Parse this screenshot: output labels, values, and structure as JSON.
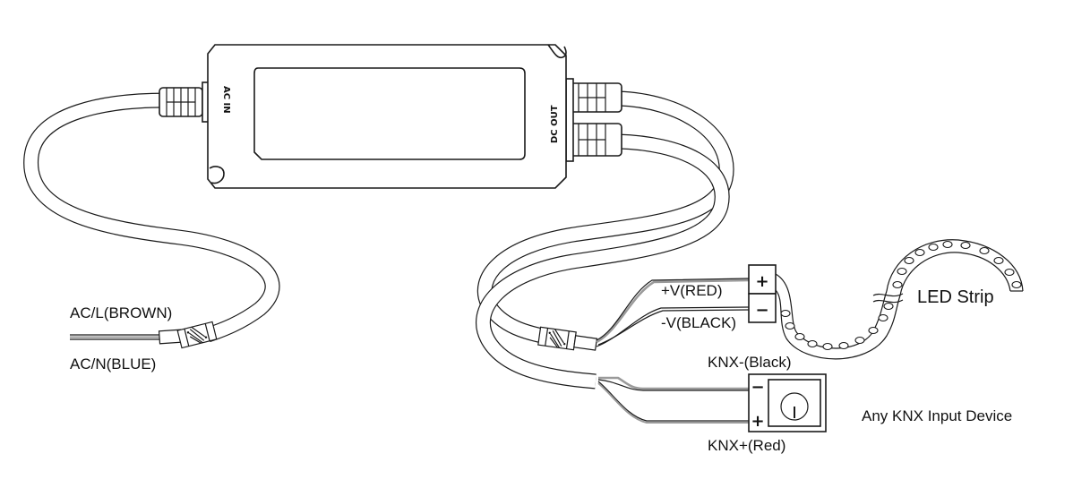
{
  "diagram": {
    "type": "wiring-diagram",
    "power_supply": {
      "input_label": "AC IN",
      "output_label": "DC OUT"
    },
    "ac_input_wires": {
      "line": "AC/L(BROWN)",
      "neutral": "AC/N(BLUE)"
    },
    "dc_output_wires": {
      "positive": "+V(RED)",
      "negative": "-V(BLACK)"
    },
    "led_strip": {
      "label": "LED Strip",
      "terminal_plus": "+",
      "terminal_minus": "−"
    },
    "knx": {
      "negative_label": "KNX-(Black)",
      "positive_label": "KNX+(Red)",
      "terminal_minus": "−",
      "terminal_plus": "+",
      "device_label": "Any KNX Input Device"
    }
  }
}
